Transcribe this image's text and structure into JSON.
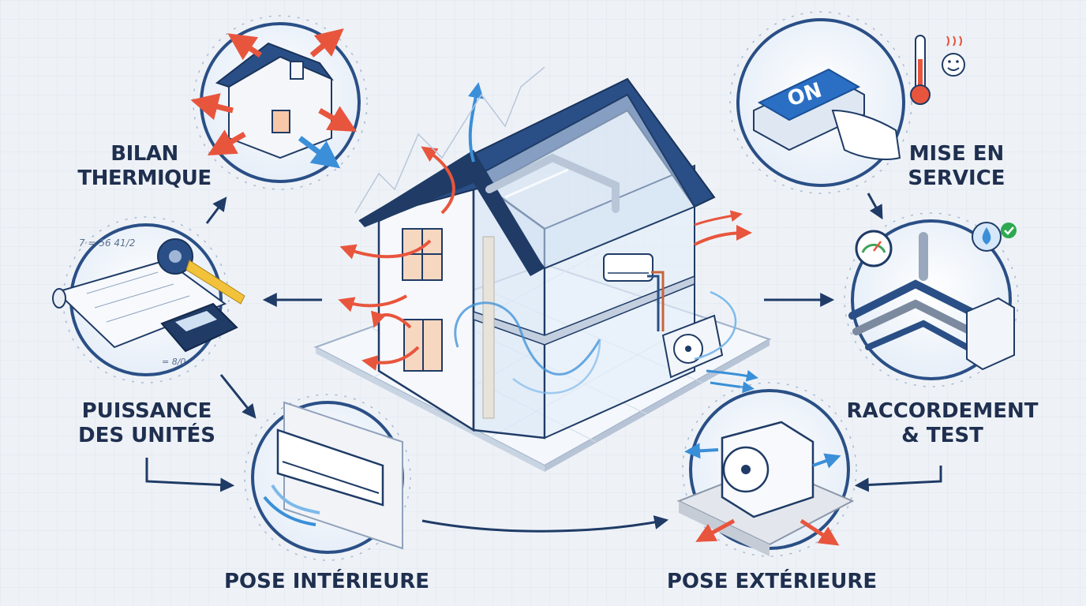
{
  "diagram": {
    "center": {
      "name": "house-cutaway"
    },
    "steps": [
      {
        "id": "bilan",
        "lines": [
          "BILAN",
          "THERMIQUE"
        ]
      },
      {
        "id": "puissance",
        "lines": [
          "PUISSANCE",
          "DES UNITÉS"
        ]
      },
      {
        "id": "pose-interieure",
        "lines": [
          "POSE INTÉRIEURE"
        ]
      },
      {
        "id": "pose-exterieure",
        "lines": [
          "POSE EXTÉRIEURE"
        ]
      },
      {
        "id": "raccordement",
        "lines": [
          "RACCORDEMENT",
          "& TEST"
        ]
      },
      {
        "id": "mise-en-service",
        "lines": [
          "MISE EN",
          "SERVICE"
        ]
      }
    ],
    "on_button_text": "ON",
    "measure_text": "7 = 56 41/2",
    "calc_note": "= 8/0",
    "colors": {
      "heat": "#e8553d",
      "cool": "#3a8fd8",
      "navy": "#1f3b66",
      "ring": "#2a4f86",
      "label": "#1f2f4f"
    }
  }
}
